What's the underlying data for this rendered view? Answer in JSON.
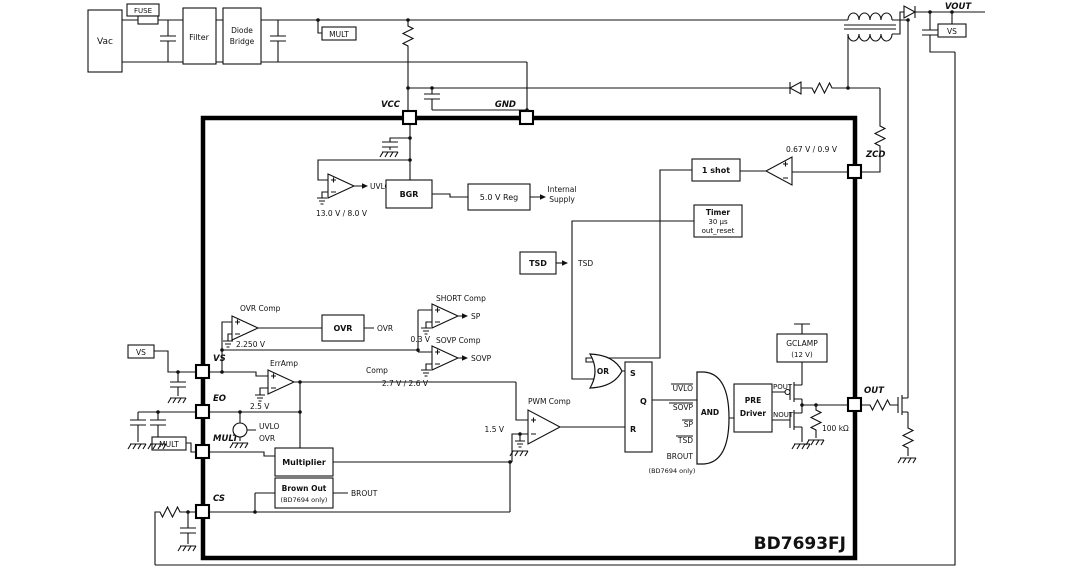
{
  "chip": {
    "name": "BD7693FJ"
  },
  "external": {
    "vac": "Vac",
    "fuse": "FUSE",
    "filter": "Filter",
    "bridge_1": "Diode",
    "bridge_2": "Bridge",
    "mult_tag_top": "MULT",
    "vout": "VOUT",
    "vs_tag_right": "VS",
    "vs_tag_left": "VS",
    "mult_tag_left": "MULT"
  },
  "pins": {
    "vcc": "VCC",
    "gnd": "GND",
    "zcd": "ZCD",
    "out": "OUT",
    "vs": "VS",
    "eo": "EO",
    "mult": "MULT",
    "cs": "CS"
  },
  "blocks": {
    "uvlo_out": "UVLO",
    "uvlo_ref": "13.0 V / 8.0 V",
    "bgr": "BGR",
    "reg": "5.0 V Reg",
    "internal_1": "Internal",
    "internal_2": "Supply",
    "one_shot": "1 shot",
    "zcd_ref": "0.67 V / 0.9 V",
    "timer_1": "Timer",
    "timer_2": "30 μs",
    "timer_3": "out_reset",
    "tsd": "TSD",
    "tsd_out": "TSD",
    "ovr_comp": "OVR Comp",
    "ovr_ref": "2.250 V",
    "ovr_box": "OVR",
    "ovr_out": "OVR",
    "short_comp": "SHORT Comp",
    "short_out": "SP",
    "short_ref": "0.3 V",
    "sovp_comp": "SOVP Comp",
    "sovp_out": "SOVP",
    "sovp_ref": "2.7 V / 2.6 V",
    "comp_net": "Comp",
    "erramp": "ErrAmp",
    "erramp_ref": "2.5 V",
    "uvlo_sw": "UVLO",
    "ovr_sw": "OVR",
    "multiplier": "Multiplier",
    "brownout_1": "Brown Out",
    "brownout_2": "(BD7694 only)",
    "brout_out": "BROUT",
    "pwm_comp": "PWM Comp",
    "pwm_ref": "1.5 V",
    "or_gate": "OR",
    "latch_s": "S",
    "latch_q": "Q",
    "latch_r": "R",
    "and_gate": "AND",
    "and_uvlo": "UVLO",
    "and_sovp": "SOVP",
    "and_sp": "SP",
    "and_tsd": "TSD",
    "and_brout": "BROUT",
    "and_note": "(BD7694 only)",
    "pre_1": "PRE",
    "pre_2": "Driver",
    "gclamp_1": "GCLAMP",
    "gclamp_2": "(12 V)",
    "pout": "POUT",
    "nout": "NOUT",
    "out_res": "100 kΩ"
  }
}
